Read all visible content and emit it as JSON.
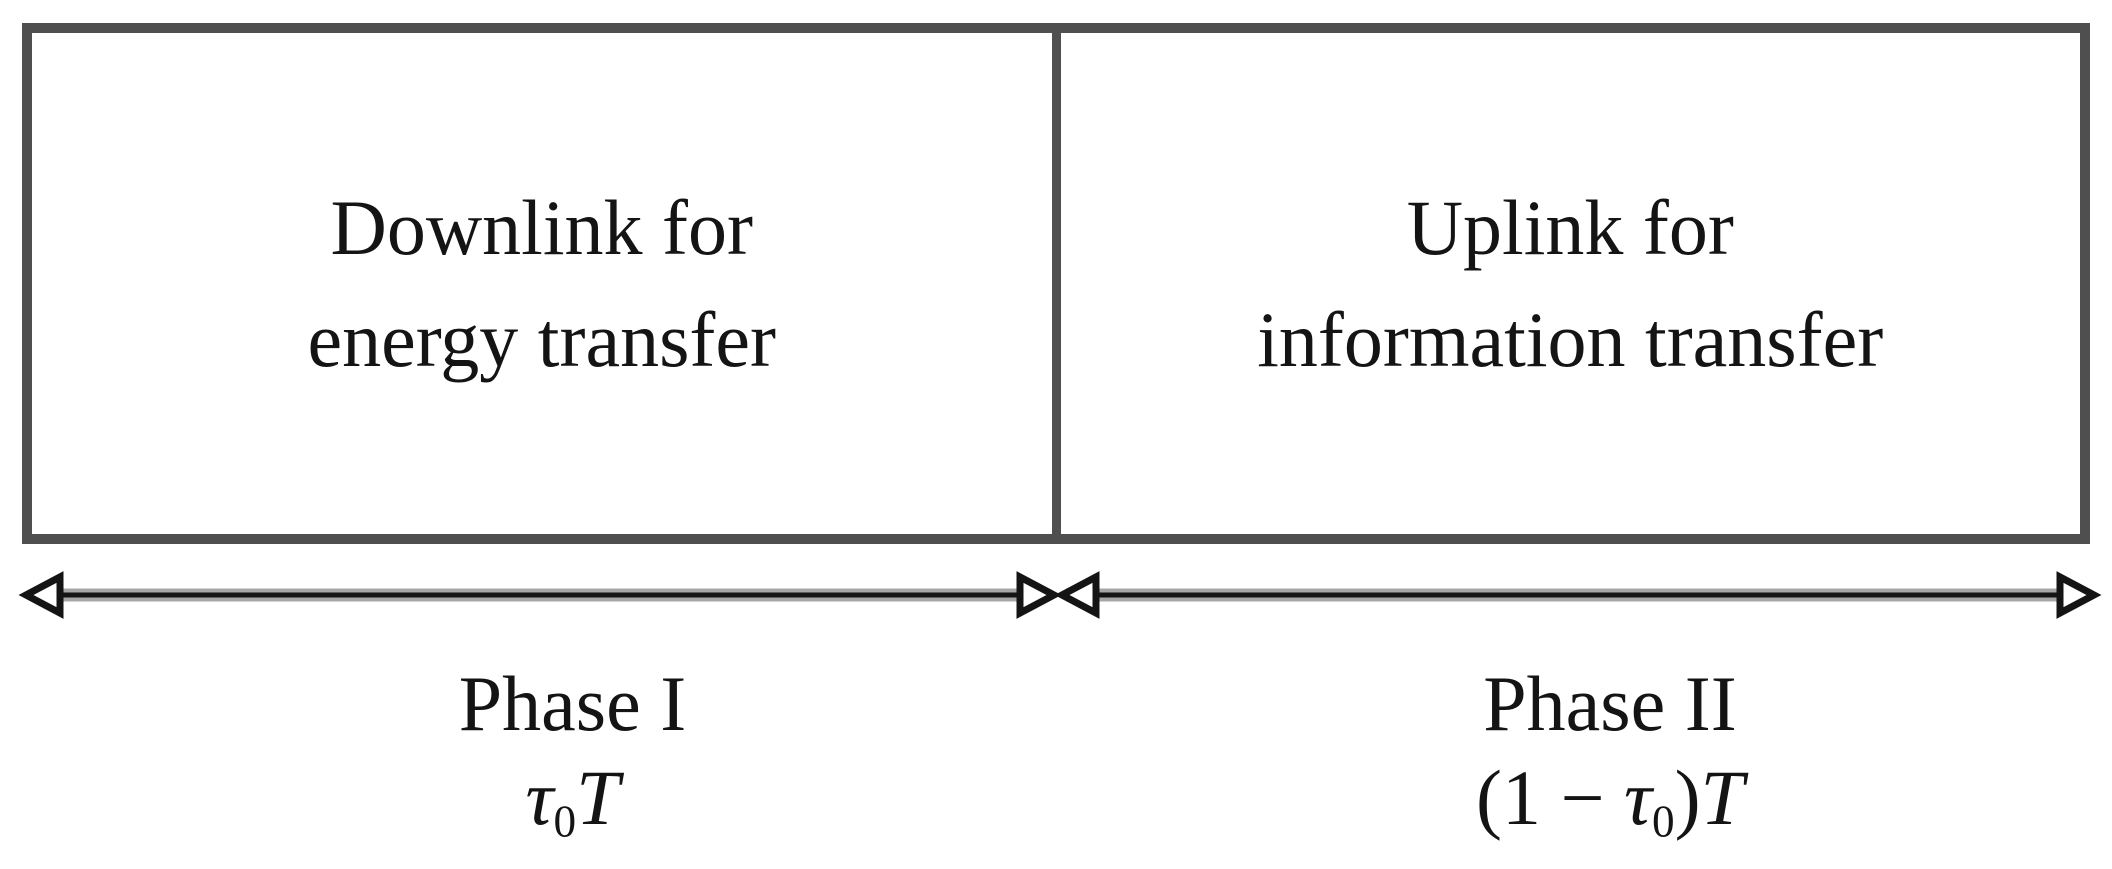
{
  "boxes": {
    "downlink": {
      "line1": "Downlink for",
      "line2": "energy transfer"
    },
    "uplink": {
      "line1": "Uplink for",
      "line2": "information transfer"
    }
  },
  "phases": {
    "phase1": {
      "name": "Phase I",
      "duration": {
        "tau": "τ",
        "sub": "0",
        "T": "T"
      }
    },
    "phase2": {
      "name": "Phase II",
      "duration": {
        "open": "(1 − ",
        "tau": "τ",
        "sub": "0",
        "close": ")",
        "T": "T"
      }
    }
  },
  "icons": {
    "phase1_arrow": "double-headed-arrow",
    "phase2_arrow": "double-headed-arrow"
  },
  "colors": {
    "background": "#ffffff",
    "box_border": "#4f4f4f",
    "arrow": "#141414",
    "text": "#141414"
  }
}
